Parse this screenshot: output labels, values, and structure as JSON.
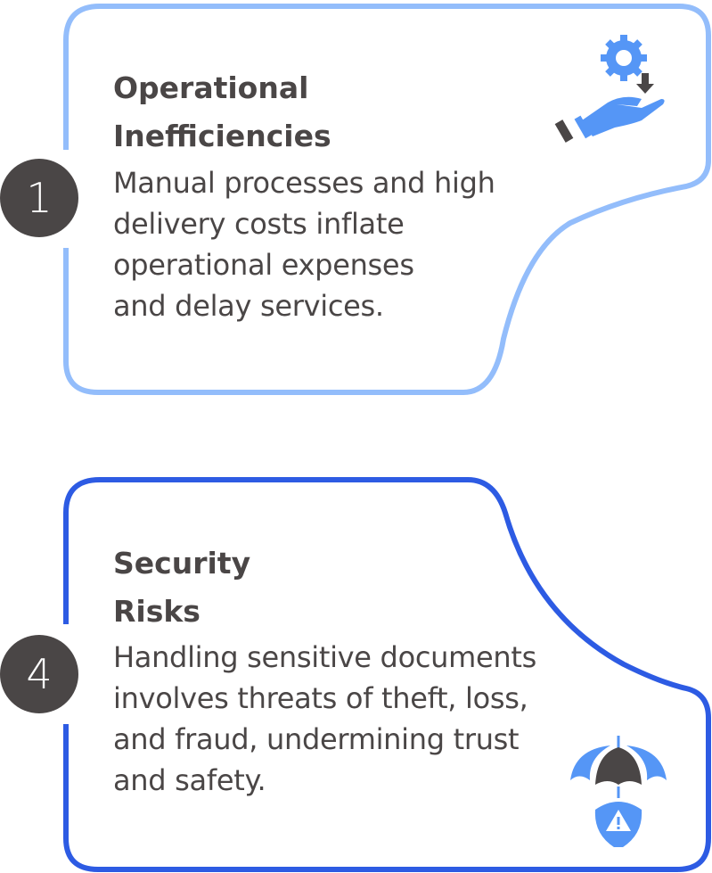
{
  "cards": [
    {
      "number": "1",
      "title_line1": "Operational",
      "title_line2": "Inefficiencies",
      "body": [
        "Manual processes and high",
        "delivery costs inflate",
        "operational expenses",
        "and delay services."
      ],
      "icon": "gear-hand-icon",
      "border_color": "#93bdfb"
    },
    {
      "number": "4",
      "title_line1": "Security",
      "title_line2": "Risks",
      "body": [
        "Handling sensitive documents",
        "involves threats of theft, loss,",
        "and fraud, undermining trust",
        "and safety."
      ],
      "icon": "umbrella-shield-warning-icon",
      "border_color": "#2d5be3"
    }
  ],
  "colors": {
    "dark": "#4a4646",
    "accent": "#5596f6"
  }
}
